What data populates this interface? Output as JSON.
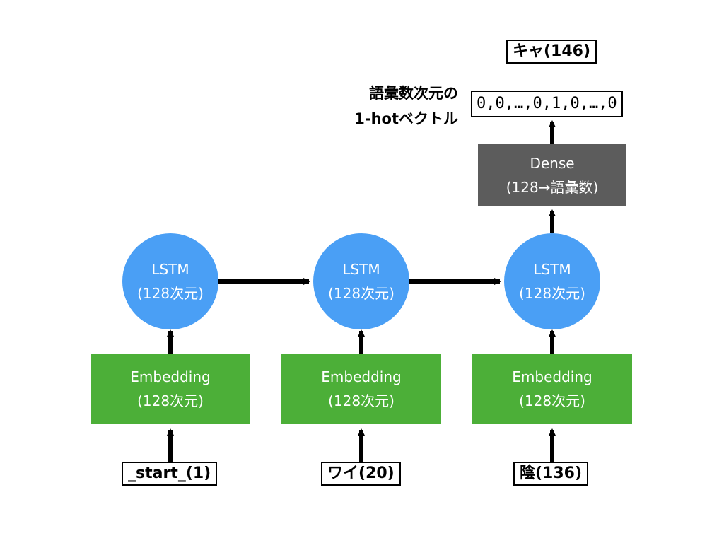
{
  "inputs": [
    {
      "token": "_start_(1)"
    },
    {
      "token": "ワイ(20)"
    },
    {
      "token": "陰(136)"
    }
  ],
  "embedding": {
    "title": "Embedding",
    "dim": "(128次元)"
  },
  "lstm": {
    "title": "LSTM",
    "dim": "(128次元)"
  },
  "dense": {
    "title": "Dense",
    "dim": "(128→語彙数)"
  },
  "output": {
    "vector_label_line1": "語彙数次元の",
    "vector_label_line2": "1-hotベクトル",
    "vector": "0,0,…,0,1,0,…,0",
    "token": "キャ(146)"
  },
  "colors": {
    "lstm": "#4a9ff5",
    "embedding": "#4caf38",
    "dense": "#5c5c5c",
    "arrow": "#000000"
  }
}
